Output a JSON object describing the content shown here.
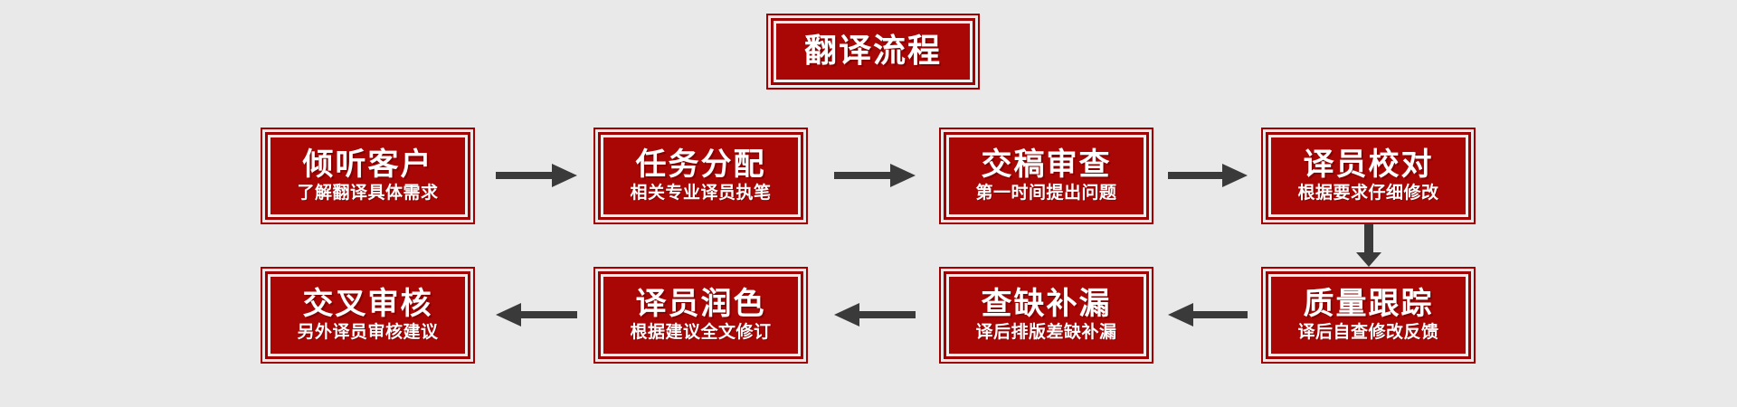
{
  "diagram": {
    "title": "翻译流程",
    "background_color": "#e9e9e9",
    "box_color": "#a90606",
    "box_border_color": "#a20000",
    "box_inner_border_color": "#f2eeee",
    "text_color": "#ffffff",
    "arrow_color": "#3a3a3a",
    "steps": [
      {
        "index": 1,
        "title": "倾听客户",
        "sub": "了解翻译具体需求"
      },
      {
        "index": 2,
        "title": "任务分配",
        "sub": "相关专业译员执笔"
      },
      {
        "index": 3,
        "title": "交稿审查",
        "sub": "第一时间提出问题"
      },
      {
        "index": 4,
        "title": "译员校对",
        "sub": "根据要求仔细修改"
      },
      {
        "index": 5,
        "title": "质量跟踪",
        "sub": "译后自查修改反馈"
      },
      {
        "index": 6,
        "title": "查缺补漏",
        "sub": "译后排版差缺补漏"
      },
      {
        "index": 7,
        "title": "译员润色",
        "sub": "根据建议全文修订"
      },
      {
        "index": 8,
        "title": "交叉审核",
        "sub": "另外译员审核建议"
      }
    ],
    "connectors": [
      {
        "id": "c1",
        "from": 1,
        "to": 2,
        "direction": "right"
      },
      {
        "id": "c2",
        "from": 2,
        "to": 3,
        "direction": "right"
      },
      {
        "id": "c3",
        "from": 3,
        "to": 4,
        "direction": "right"
      },
      {
        "id": "c4",
        "from": 4,
        "to": 5,
        "direction": "down"
      },
      {
        "id": "c5",
        "from": 5,
        "to": 6,
        "direction": "left"
      },
      {
        "id": "c6",
        "from": 6,
        "to": 7,
        "direction": "left"
      },
      {
        "id": "c7",
        "from": 7,
        "to": 8,
        "direction": "left"
      }
    ]
  }
}
